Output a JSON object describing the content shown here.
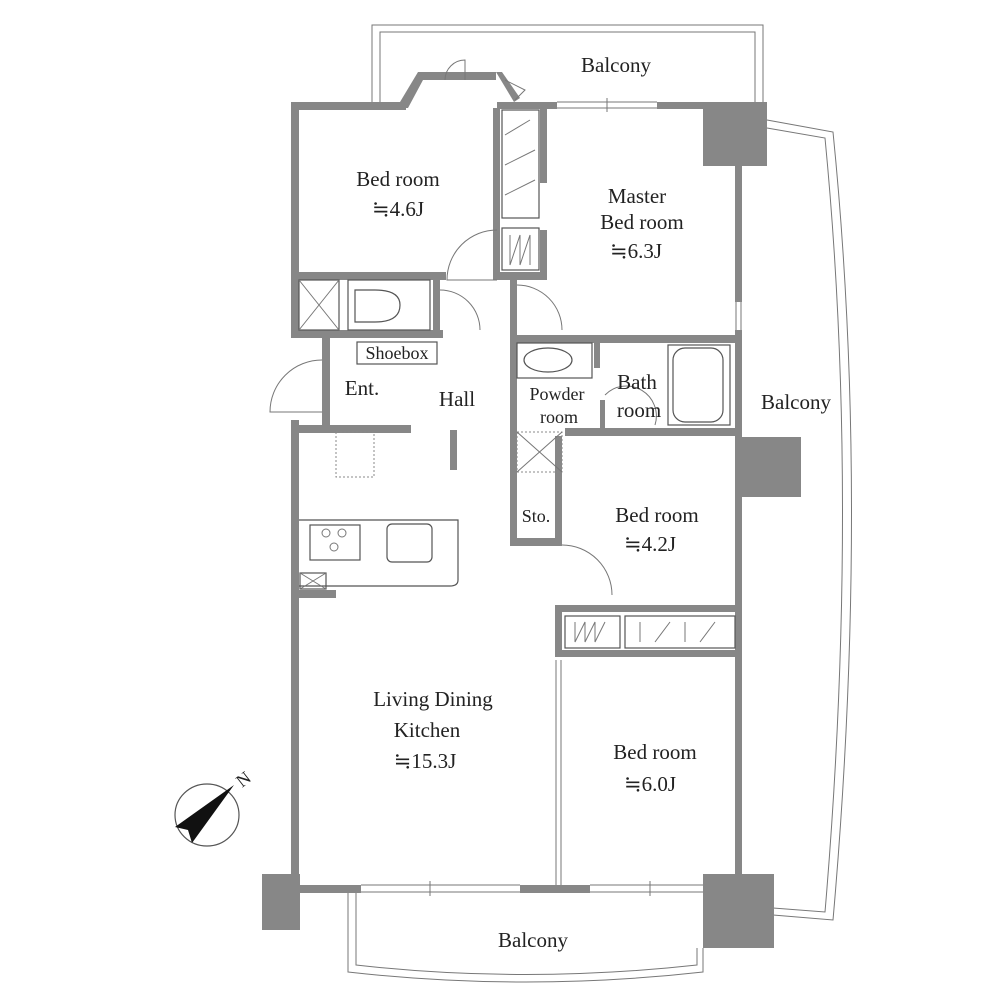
{
  "plan": {
    "rooms": [
      {
        "id": "bedroom-nw",
        "lines": [
          "Bed room",
          "≒4.6J"
        ]
      },
      {
        "id": "master-bedroom",
        "lines": [
          "Master",
          "Bed room",
          "≒6.3J"
        ]
      },
      {
        "id": "bedroom-e",
        "lines": [
          "Bed room",
          "≒4.2J"
        ]
      },
      {
        "id": "bedroom-se",
        "lines": [
          "Bed room",
          "≒6.0J"
        ]
      },
      {
        "id": "ldk",
        "lines": [
          "Living Dining",
          "Kitchen",
          "≒15.3J"
        ]
      }
    ],
    "small_labels": {
      "shoebox": "Shoebox",
      "entrance": "Ent.",
      "hall": "Hall",
      "powder": [
        "Powder",
        "room"
      ],
      "bath": [
        "Bath",
        "room"
      ],
      "storage": "Sto."
    },
    "balconies": [
      "Balcony",
      "Balcony",
      "Balcony"
    ],
    "compass": {
      "label": "N",
      "icon": "north-arrow-icon"
    },
    "colors": {
      "wall": "#878787",
      "line": "#555555"
    }
  }
}
